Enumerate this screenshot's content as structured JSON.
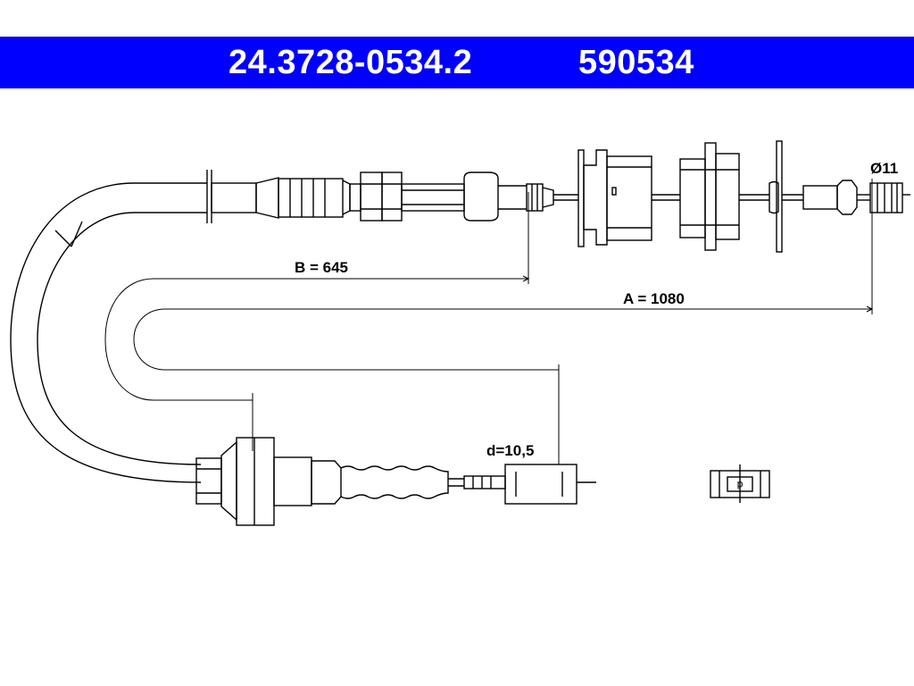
{
  "header": {
    "part_number": "24.3728-0534.2",
    "ref_number": "590534",
    "background_color": "#0000ff",
    "text_color": "#ffffff"
  },
  "dimensions": {
    "b_label": "B = 645",
    "a_label": "A = 1080",
    "diameter_label": "Ø11",
    "d_label": "d=10,5",
    "d_symbol": "d"
  }
}
